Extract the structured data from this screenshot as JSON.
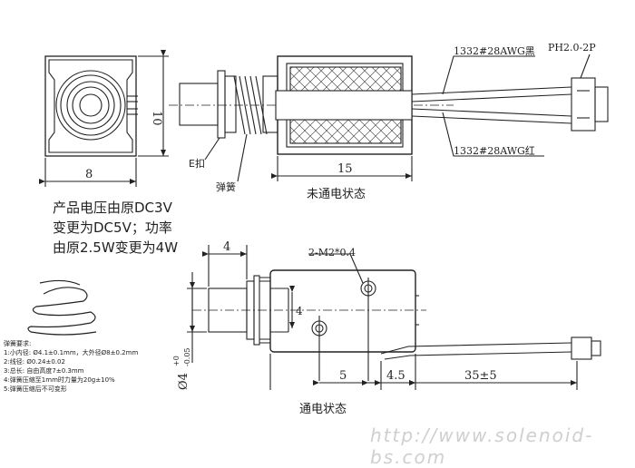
{
  "top_view": {
    "dim_width": "8",
    "dim_height": "10",
    "dim_length": "15",
    "wire_black": "1332#28AWG黑",
    "wire_red": "1332#28AWG红",
    "connector": "PH2.0-2P",
    "label_e_clip": "E扣",
    "label_spring": "弹簧",
    "caption": "未通电状态"
  },
  "note": {
    "line1": "产品电压由原DC3V",
    "line2": "变更为DC5V；功率",
    "line3": "由原2.5W变更为4W"
  },
  "spring_spec": {
    "title": "弹簧要求:",
    "items": [
      "1:小内径:  Ø4.1±0.1mm，大外径Ø8±0.2mm",
      "2:线径:    Ø0.24±0.02",
      "3:总长:    自由高度7±0.3mm",
      "4:弹簧压缩至1mm时力量为20g±10%",
      "5:弹簧压缩后不可变形"
    ]
  },
  "side_view": {
    "dim_shaft_length": "4",
    "hole_label": "2-M2*0.4",
    "dim_diameter": "Ø4",
    "tol_upper": "+0",
    "tol_lower": "-0.05",
    "dim_body": "4",
    "dim_hole1": "5",
    "dim_hole2": "4.5",
    "dim_lead": "35±5",
    "caption": "通电状态"
  },
  "watermark": "http://www.solenoid-bs.com"
}
